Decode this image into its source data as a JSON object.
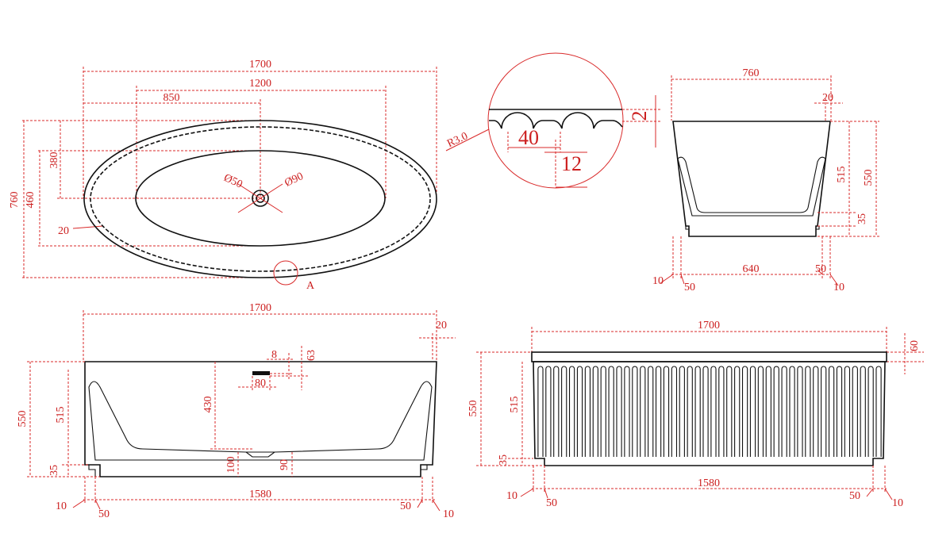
{
  "top_view": {
    "overall_length": "1700",
    "inner_length": "1200",
    "drain_offset": "850",
    "rim_offset": "380",
    "overall_width": "760",
    "inner_width": "460",
    "rim_width": "20",
    "drain_diameter": "Ø50",
    "overflow_diameter": "Ø90",
    "detail_marker": "A"
  },
  "detail_view": {
    "radius": "R3.0",
    "depth": "2",
    "pitch": "40",
    "groove": "12"
  },
  "end_view": {
    "width": "760",
    "rim": "20",
    "inner_depth": "515",
    "height": "550",
    "plinth_height": "35",
    "base_width": "640",
    "left_offset": "10",
    "left_base": "50",
    "right_base": "50",
    "right_offset": "10"
  },
  "front_section": {
    "length": "1700",
    "rim": "20",
    "height": "550",
    "inner_depth": "515",
    "plinth_height": "35",
    "overflow_height": "430",
    "overflow_offset": "8",
    "overflow_top": "63",
    "overflow_width": "80",
    "drain_depth": "100",
    "drain_height": "90",
    "base_length": "1580",
    "left_offset": "10",
    "left_base": "50",
    "right_base": "50",
    "right_offset": "10"
  },
  "side_view": {
    "length": "1700",
    "top_band": "60",
    "height": "550",
    "inner_depth": "515",
    "plinth_height": "35",
    "base_length": "1580",
    "left_offset": "10",
    "left_base": "50",
    "right_base": "50",
    "right_offset": "10"
  }
}
